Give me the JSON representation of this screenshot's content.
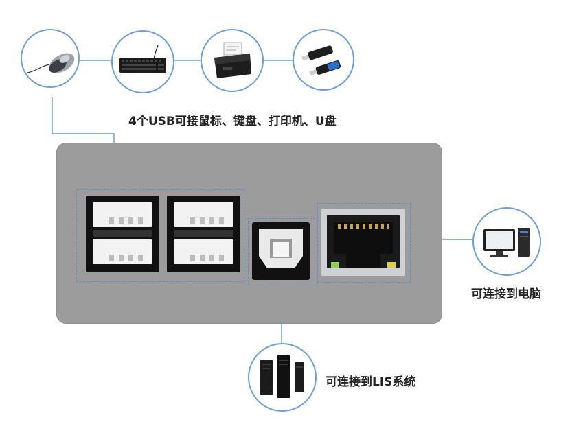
{
  "labels": {
    "usb": "4个USB可接鼠标、键盘、打印机、U盘",
    "pc": "可连接到电脑",
    "lis": "可连接到LIS系统"
  },
  "devices": [
    {
      "name": "mouse-icon"
    },
    {
      "name": "keyboard-icon"
    },
    {
      "name": "printer-icon"
    },
    {
      "name": "usb-drive-icon"
    },
    {
      "name": "computer-icon"
    },
    {
      "name": "server-tower-icon"
    }
  ],
  "colors": {
    "panel": "#9c9c9c",
    "line": "#6a9fd8",
    "dash": "#5b8fd0"
  }
}
